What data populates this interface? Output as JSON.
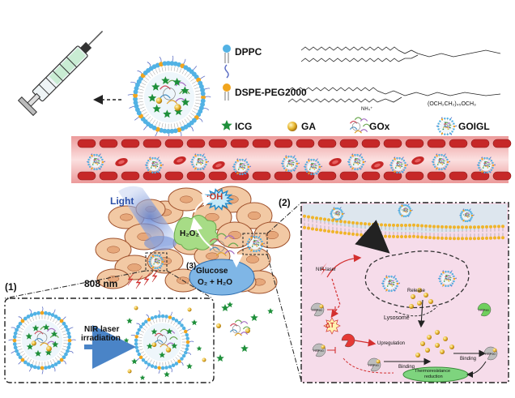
{
  "legend": {
    "dppc": "DPPC",
    "dspe": "DSPE-PEG2000",
    "icg": "ICG",
    "ga": "GA",
    "gox": "GOx",
    "goigl": "GOIGL",
    "dspe_chain": "(OCH₂CH₂)₄₅OCH₃",
    "nh4": "NH₄⁺"
  },
  "tumor": {
    "light": "Light",
    "oh": "·OH",
    "h2o2": "H₂O₂",
    "glucose": "Glucose",
    "o2_h2o": "O₂ + H₂O",
    "step3": "(3)",
    "laser": "808 nm"
  },
  "panel1": {
    "tag": "(1)",
    "arrow_l1": "NIR laser",
    "arrow_l2": "irradiation"
  },
  "panel2": {
    "tag": "(2)",
    "nir": "NIR laser",
    "release": "Release",
    "lysosome": "Lysosome",
    "dt": "ΔT",
    "hsp90": "HSP90",
    "upregulation": "Upregulation",
    "binding1": "Binding",
    "binding2": "Binding",
    "thermo_l1": "Thermoresistance",
    "thermo_l2": "reduction"
  },
  "colors": {
    "vessel": "#f3b1b1",
    "rbc": "#c62828",
    "cell": "#f2c9a4",
    "cell_edge": "#a0522d",
    "panel2_bg": "#f6dcea",
    "star": "#1e8f3a",
    "ga": "#e8b830",
    "light": "#7a9ad6"
  }
}
